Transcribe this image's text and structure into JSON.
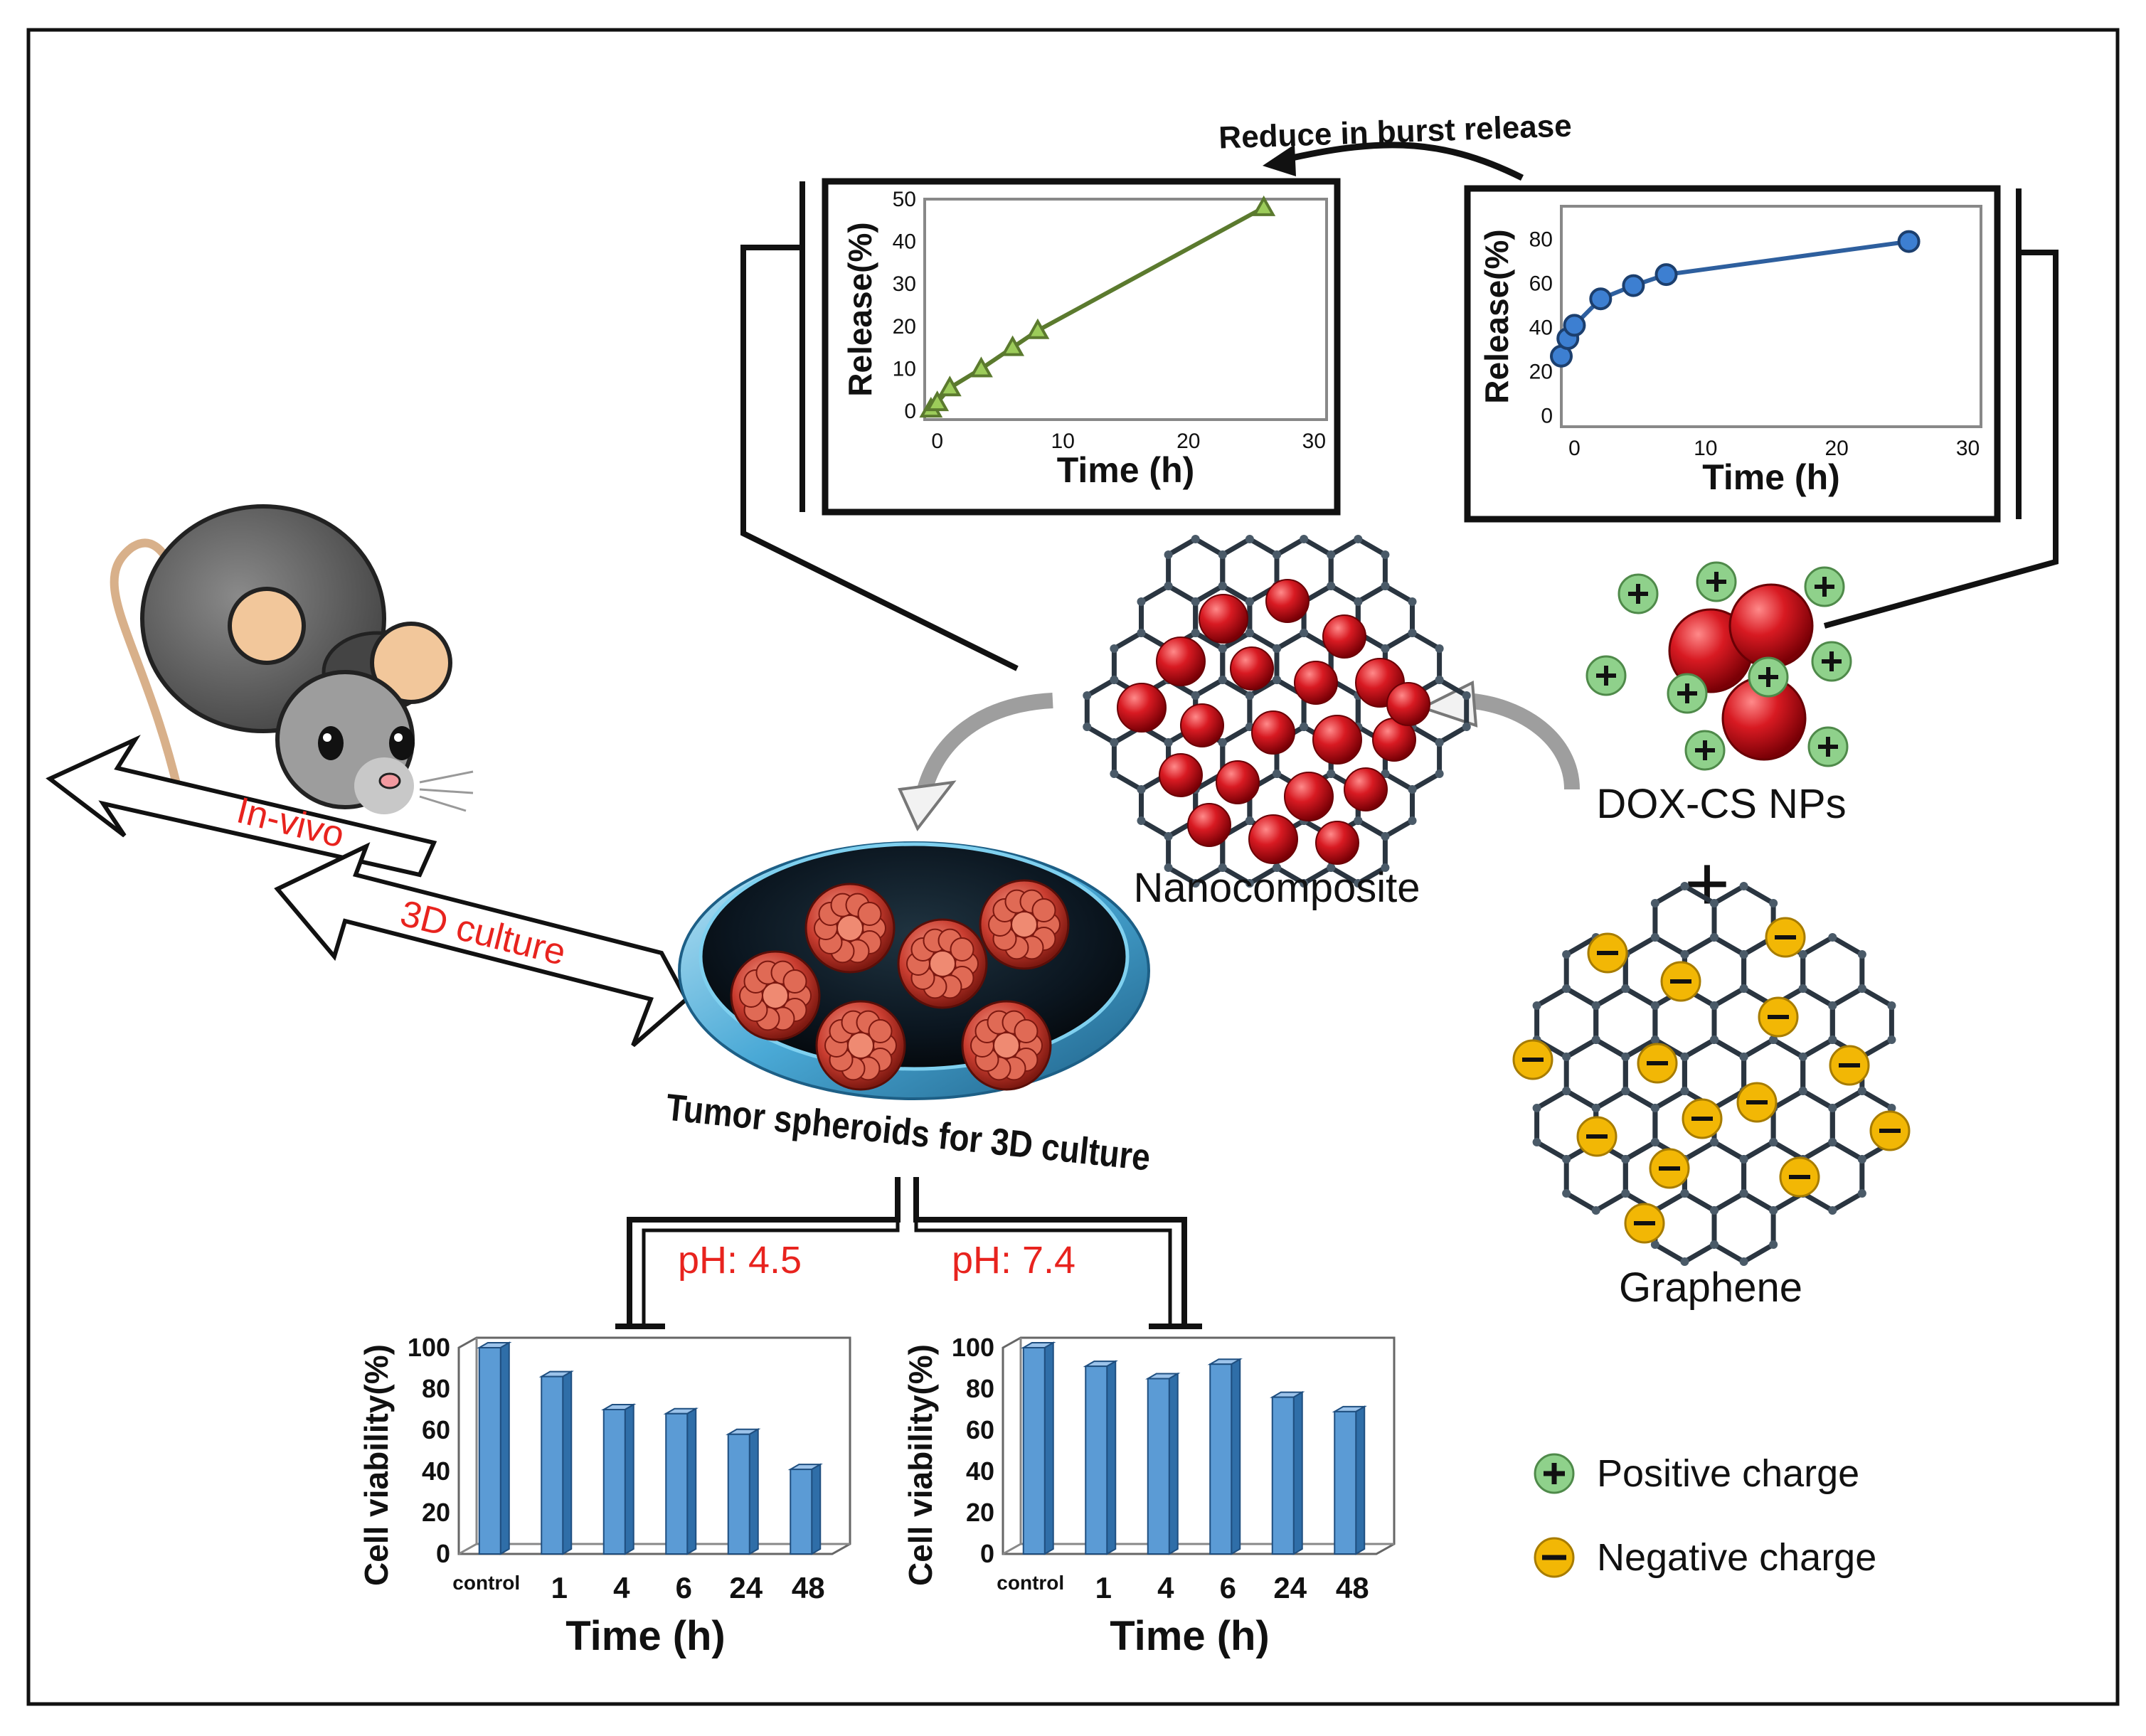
{
  "labels": {
    "reduce_burst": "Reduce in burst release",
    "in_vivo": "In-vivo",
    "culture_3d": "3D culture",
    "nanocomposite": "Nanocomposite",
    "dox_cs": "DOX-CS NPs",
    "graphene": "Graphene",
    "tumor_spheroids": "Tumor spheroids for 3D culture",
    "ph_acid": "pH: 4.5",
    "ph_neutral": "pH: 7.4",
    "legend_positive": "Positive charge",
    "legend_negative": "Negative charge",
    "plus_sign": "+"
  },
  "colors": {
    "frame": "#111111",
    "red_text": "#e8231e",
    "green_line": "#5b7a2e",
    "green_marker": "#9ccc5a",
    "blue_line": "#2e5f9e",
    "blue_marker": "#3d7fd1",
    "bar_fill": "#5b9bd5",
    "positive": "#8fd18b",
    "negative": "#f2b705",
    "sphere_red": "#d81a22",
    "lattice": "#2a3540"
  },
  "chart_data": [
    {
      "id": "release-nanocomposite",
      "type": "line",
      "xlabel": "Time (h)",
      "ylabel": "Release(%)",
      "xlim": [
        -1,
        31
      ],
      "ylim": [
        -2,
        50
      ],
      "xticks": [
        0,
        10,
        20,
        30
      ],
      "yticks": [
        0,
        10,
        20,
        30,
        40,
        50
      ],
      "series": [
        {
          "marker": "triangle",
          "x": [
            -0.5,
            0,
            1,
            3.5,
            6,
            8,
            26
          ],
          "y": [
            0.5,
            2,
            5.5,
            10,
            15,
            19,
            48
          ]
        }
      ]
    },
    {
      "id": "release-dox-cs",
      "type": "line",
      "xlabel": "Time (h)",
      "ylabel": "Release(%)",
      "xlim": [
        -1,
        31
      ],
      "ylim": [
        -5,
        95
      ],
      "xticks": [
        0,
        10,
        20,
        30
      ],
      "yticks": [
        0,
        20,
        40,
        60,
        80
      ],
      "series": [
        {
          "marker": "circle",
          "x": [
            -1,
            -0.5,
            0,
            2,
            4.5,
            7,
            25.5
          ],
          "y": [
            27,
            35,
            41,
            53,
            59,
            64,
            79
          ]
        }
      ]
    },
    {
      "id": "viability-ph45",
      "type": "bar",
      "xlabel": "Time (h)",
      "ylabel": "Cell viability(%)",
      "categories": [
        "control",
        "1",
        "4",
        "6",
        "24",
        "48"
      ],
      "values": [
        100,
        86,
        70,
        68,
        58,
        41
      ],
      "ylim": [
        0,
        100
      ],
      "yticks": [
        0,
        20,
        40,
        60,
        80,
        100
      ]
    },
    {
      "id": "viability-ph74",
      "type": "bar",
      "xlabel": "Time (h)",
      "ylabel": "Cell viability(%)",
      "categories": [
        "control",
        "1",
        "4",
        "6",
        "24",
        "48"
      ],
      "values": [
        100,
        91,
        85,
        92,
        76,
        69
      ],
      "ylim": [
        0,
        100
      ],
      "yticks": [
        0,
        20,
        40,
        60,
        80,
        100
      ]
    }
  ]
}
